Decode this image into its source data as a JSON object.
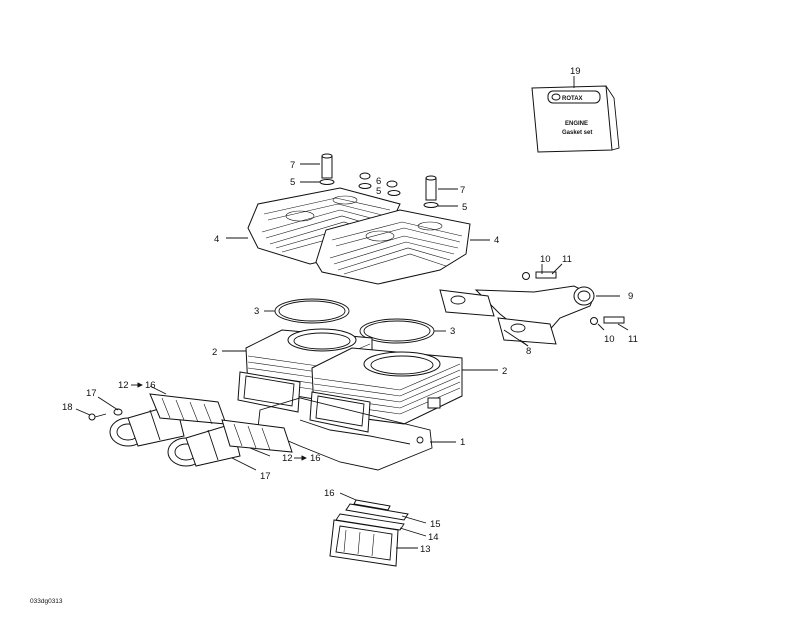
{
  "figure_code": "033dg0313",
  "booklet": {
    "brand": "ROTAX",
    "line1": "ENGINE",
    "line2": "Gasket set"
  },
  "callouts": {
    "c1": "1",
    "c2a": "2",
    "c2b": "2",
    "c3a": "3",
    "c3b": "3",
    "c4a": "4",
    "c4b": "4",
    "c5a": "5",
    "c5b": "5",
    "c5c": "5",
    "c6": "6",
    "c7a": "7",
    "c7b": "7",
    "c8": "8",
    "c9": "9",
    "c10a": "10",
    "c10b": "10",
    "c11a": "11",
    "c11b": "11",
    "c12a": "12",
    "c12b": "12",
    "c13": "13",
    "c14": "14",
    "c15": "15",
    "c16a": "16",
    "c16b": "16",
    "c16c": "16",
    "c17a": "17",
    "c17b": "17",
    "c18": "18",
    "c19": "19"
  }
}
